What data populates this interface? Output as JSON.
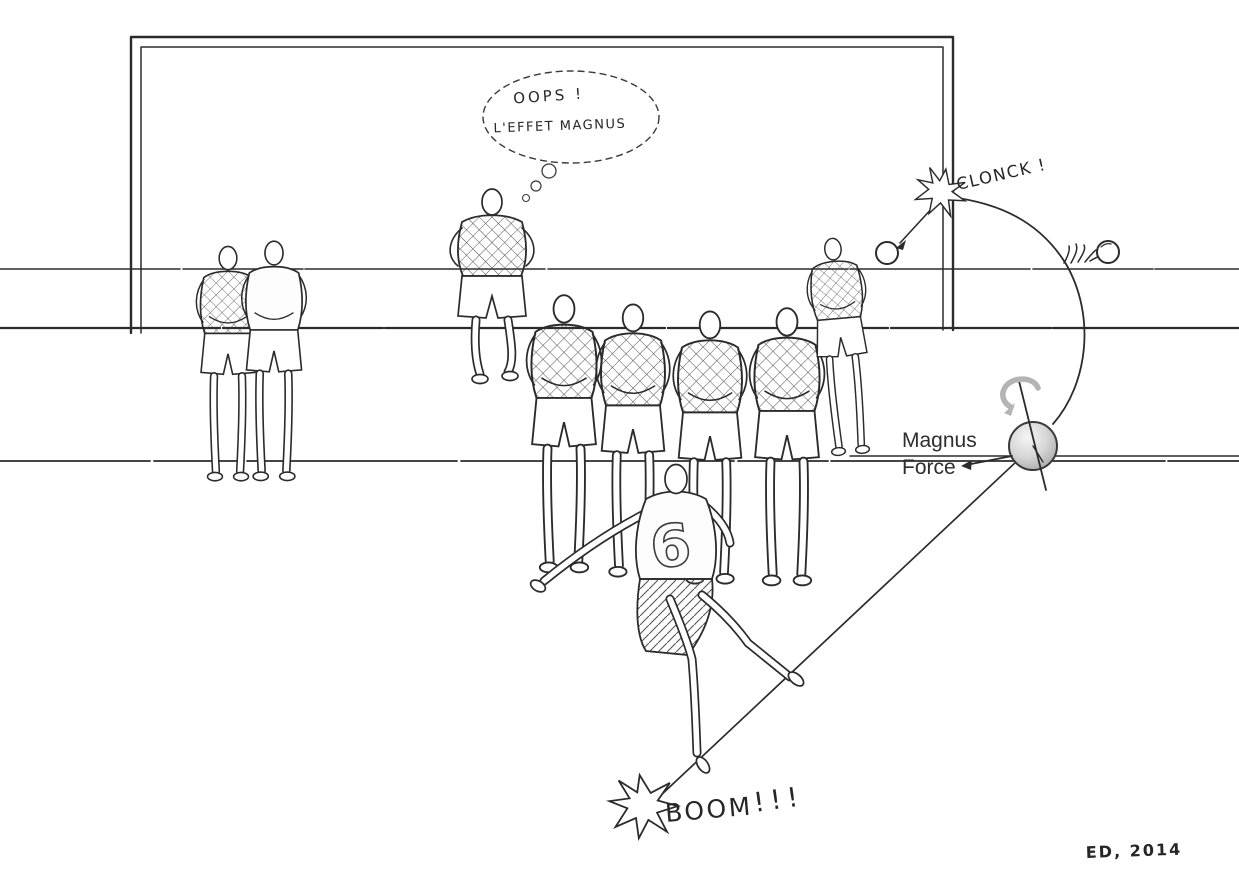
{
  "drawing": {
    "thought_bubble": {
      "line1": "OOPS !",
      "line2": "L'EFFET MAGNUS"
    },
    "impact_label": "CLONCK !",
    "magnus_label": {
      "line1": "Magnus",
      "line2": "Force"
    },
    "kick_label": {
      "word": "BOOM",
      "marks": "!!!"
    },
    "kicker_shirt_number": "6",
    "signature": "ED, 2014",
    "icons": {
      "spin_arrow": "curved-rotation-arrow",
      "magnus_force_arrow": "left-pointing-arrow",
      "impact_burst": "starburst",
      "kick_burst": "starburst"
    },
    "colors": {
      "ink": "#2b2b2b",
      "paper": "#ffffff",
      "ball_gray": "#c2c2c2",
      "ball_highlight": "#f3f3f3",
      "spin_arrow_gray": "#b4b4b4",
      "label_text": "#2e2e2e"
    }
  }
}
